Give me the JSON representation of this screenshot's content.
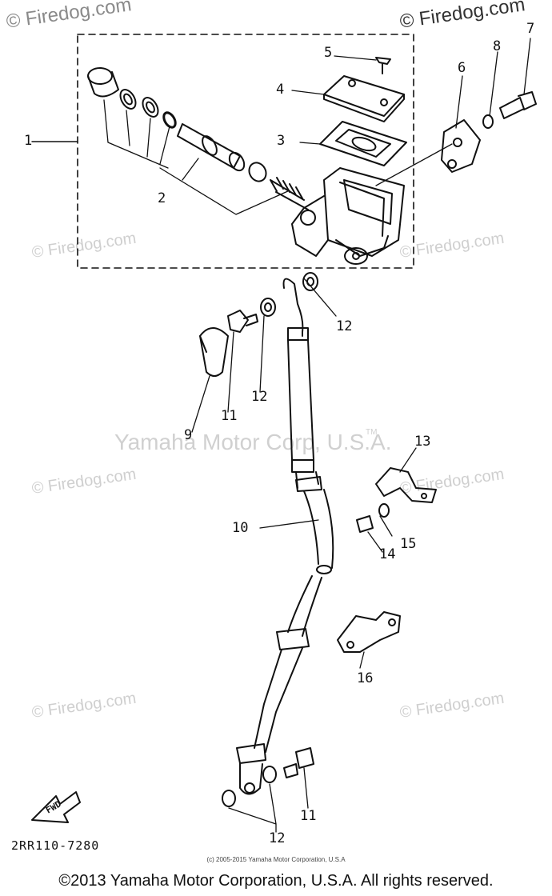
{
  "watermark": {
    "top_left": "© Firedog.com",
    "top_right": "© Firedog.com",
    "repeat": "© Firedog.com",
    "center": "Yamaha Motor Corp, U.S.A.",
    "trademark": "TM"
  },
  "part_numbers": [
    "1",
    "2",
    "3",
    "4",
    "5",
    "6",
    "7",
    "8",
    "9",
    "10",
    "11",
    "11",
    "12",
    "12",
    "12",
    "13",
    "14",
    "15",
    "16"
  ],
  "labels": {
    "p1": "1",
    "p2": "2",
    "p3": "3",
    "p4": "4",
    "p5": "5",
    "p6": "6",
    "p7": "7",
    "p8": "8",
    "p9": "9",
    "p10": "10",
    "p11a": "11",
    "p11b": "11",
    "p12a": "12",
    "p12b": "12",
    "p12c": "12",
    "p13": "13",
    "p14": "14",
    "p15": "15",
    "p16": "16"
  },
  "fwd_arrow": "FWD",
  "diagram_code": "2RR110-7280",
  "small_copyright": "(c) 2005-2015 Yamaha Motor Corporation, U.S.A",
  "footer": "©2013 Yamaha Motor Corporation, U.S.A. All rights reserved."
}
